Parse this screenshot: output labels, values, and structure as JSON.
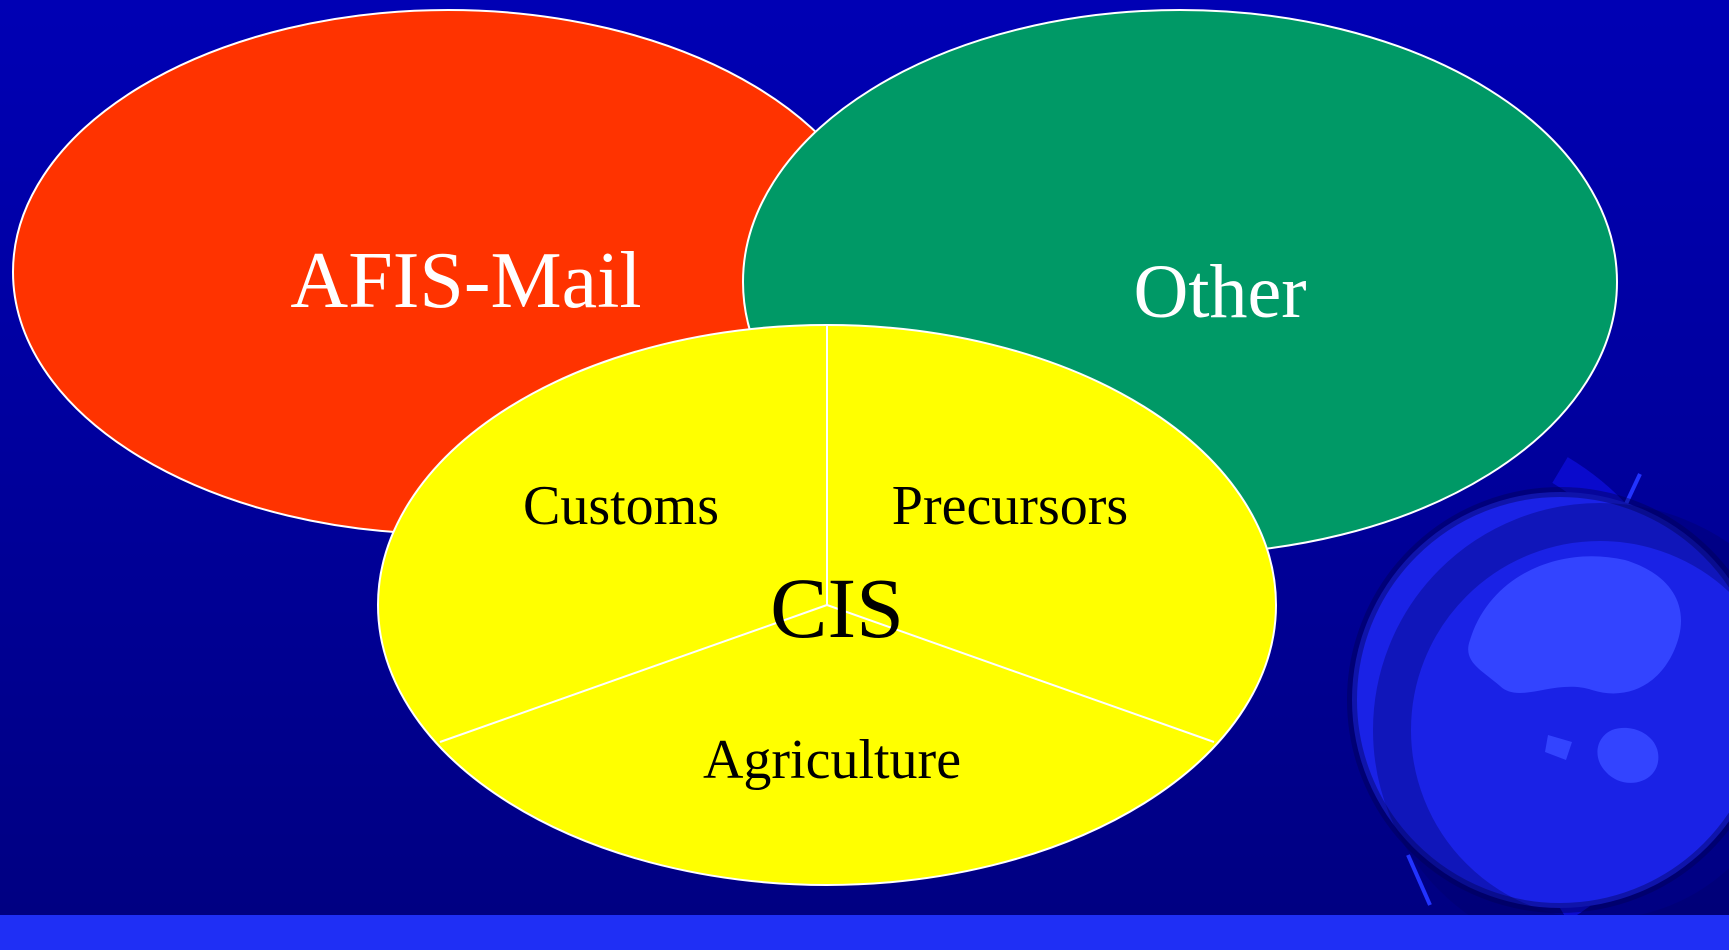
{
  "diagram": {
    "sets": {
      "afis_mail": {
        "label": "AFIS-Mail",
        "color": "#ff3300"
      },
      "other": {
        "label": "Other",
        "color": "#009966"
      },
      "cis": {
        "label": "CIS",
        "color": "#ffff00",
        "sectors": [
          {
            "label": "Customs"
          },
          {
            "label": "Precursors"
          },
          {
            "label": "Agriculture"
          }
        ]
      }
    },
    "colors": {
      "background_top": "#0000b4",
      "background_bottom": "#000080",
      "outline": "#ffffff",
      "bottom_bar": "#1f2ff5",
      "globe_fill": "#1a22e6",
      "globe_ring": "#0a0acc",
      "land": "#3344ff"
    },
    "decoration": {
      "icon": "globe-icon"
    }
  }
}
